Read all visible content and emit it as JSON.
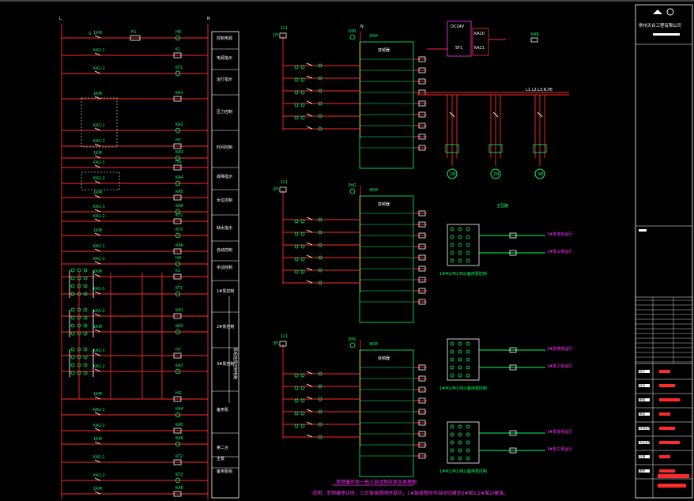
{
  "terminals": {
    "L": "L",
    "N": "N",
    "N2": "N"
  },
  "company": "常州天合工程有限公司",
  "main_circuit_label": "主回路",
  "bus_label": "L1,L2,L3,N,PE",
  "bottom_title": "变频循环用一拖三自动恒压供水原理图",
  "bottom_note": "说明：变频器停止时，三台泵按照顺序投切，1#泵故障时可自动切换至2#泵1/2#泵2/备泵。",
  "control_labels": {
    "sb": "S",
    "fu": "FU",
    "hr": "HR",
    "k1": "K1",
    "kt1": "KT1",
    "ka1": "KA1",
    "ka2": "KA2",
    "ka3": "KA3",
    "ka4": "KA4",
    "ka5": "KA5",
    "ka6": "KA6",
    "kt2": "KT2",
    "kt3": "KT3",
    "hy": "HY",
    "hg": "HG",
    "km": "1KM",
    "ka1_1": "KA1-1",
    "ka1_2": "KA1-2"
  },
  "function_box": [
    "控制电源",
    "电源指示",
    "运行指示",
    "压力控制",
    "时间控制",
    "故障指示",
    "水位控制",
    "缺水指示",
    "自动控制",
    "手动控制",
    "1#泵控制",
    "2#泵控制",
    "3#泵控制",
    "备用泵",
    "第二台",
    "主泵",
    "备用泵组"
  ],
  "side_vertical_label": "泵组选择控制电路",
  "sections": [
    {
      "tag": "1L1",
      "fu": "1FU",
      "inv_label": "变频器",
      "km": "1KM",
      "hl": "1HR"
    },
    {
      "tag": "1L1",
      "fu": "2FU",
      "inv_label": "变频器",
      "km": "2KM",
      "hl": "2HG"
    },
    {
      "tag": "1L1",
      "fu": "3FU",
      "inv_label": "变频器",
      "km": "3KM",
      "hl": "3HG"
    }
  ],
  "motor_labels": [
    "1M",
    "2M",
    "3M"
  ],
  "pump_notes": [
    "1#泵变频运行",
    "1#泵工频运行",
    "2#泵变频运行",
    "2#泵工频运行",
    "3#泵变频运行",
    "3#泵工频运行"
  ],
  "pump_row_caption": "1#M1/M1/M2/备用泵控制",
  "pressure_box": {
    "title": "DC24V",
    "k1": "SF1",
    "k2": "KA10",
    "k3": "KA11"
  },
  "legend_title_block": {
    "rows": [
      "设计",
      "校对",
      "审核",
      "审定",
      "项目负责",
      "专业负责",
      "日期",
      "图号"
    ]
  }
}
